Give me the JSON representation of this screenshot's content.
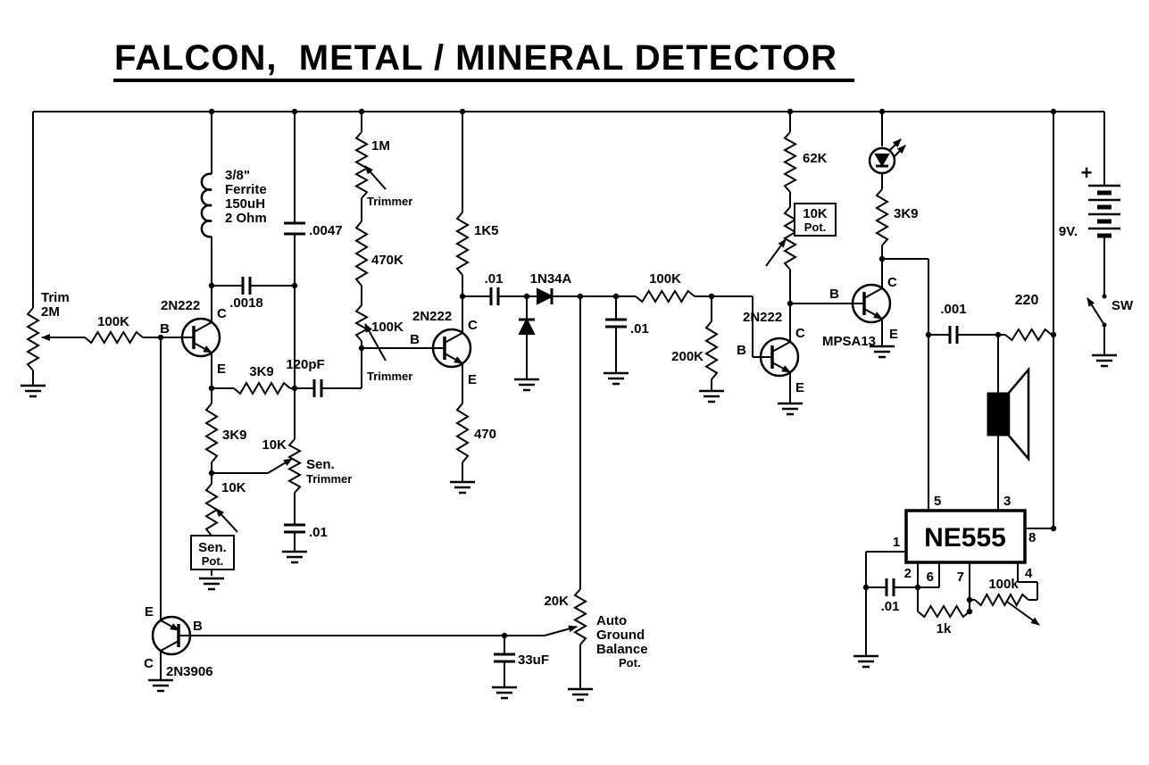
{
  "title": "FALCON,  METAL / MINERAL DETECTOR",
  "labels": {
    "trim1": "Trim",
    "trim2": "2M",
    "r100k_in": "100K",
    "q1": "2N222",
    "q1b": "B",
    "q1c": "C",
    "q1e": "E",
    "coil1": "3/8\"",
    "coil2": "Ferrite",
    "coil3": "150uH",
    "coil4": "2 Ohm",
    "c0047": ".0047",
    "c0018": ".0018",
    "r1m": "1M",
    "r1m_sub": "Trimmer",
    "r470k": "470K",
    "r100kt": "100K",
    "r100kt_sub": "Trimmer",
    "c120": "120pF",
    "r3k9h": "3K9",
    "r3k9v": "3K9",
    "sen_tr_val": "10K",
    "sen_tr1": "Sen.",
    "sen_tr2": "Trimmer",
    "sen_pot_val": "10K",
    "sen_pot1": "Sen.",
    "sen_pot2": "Pot.",
    "c01sen": ".01",
    "q2": "2N222",
    "q2b": "B",
    "q2c": "C",
    "q2e": "E",
    "r1k5": "1K5",
    "c01c": ".01",
    "d1": "1N34A",
    "r470": "470",
    "c01f": ".01",
    "r100kd": "100K",
    "r200k": "200K",
    "q3": "2N222",
    "q3b": "B",
    "q3c": "C",
    "q3e": "E",
    "r62k": "62K",
    "pot10k1": "10K",
    "pot10k2": "Pot.",
    "r3k9led": "3K9",
    "q4": "MPSA13",
    "q4b": "B",
    "q4c": "C",
    "q4e": "E",
    "c001": ".001",
    "r220": "220",
    "bat_plus": "+",
    "bat_v": "9V.",
    "sw": "SW",
    "ic": "NE555",
    "p1": "1",
    "p2": "2",
    "p3": "3",
    "p4": "4",
    "p5": "5",
    "p6": "6",
    "p7": "7",
    "p8": "8",
    "c01_555": ".01",
    "r1k": "1k",
    "r100k_555": "100k",
    "q5": "2N3906",
    "q5b": "B",
    "q5c": "C",
    "q5e": "E",
    "c33": "33uF",
    "gb_val": "20K",
    "gb1": "Auto",
    "gb2": "Ground",
    "gb3": "Balance",
    "gb4": "Pot."
  }
}
